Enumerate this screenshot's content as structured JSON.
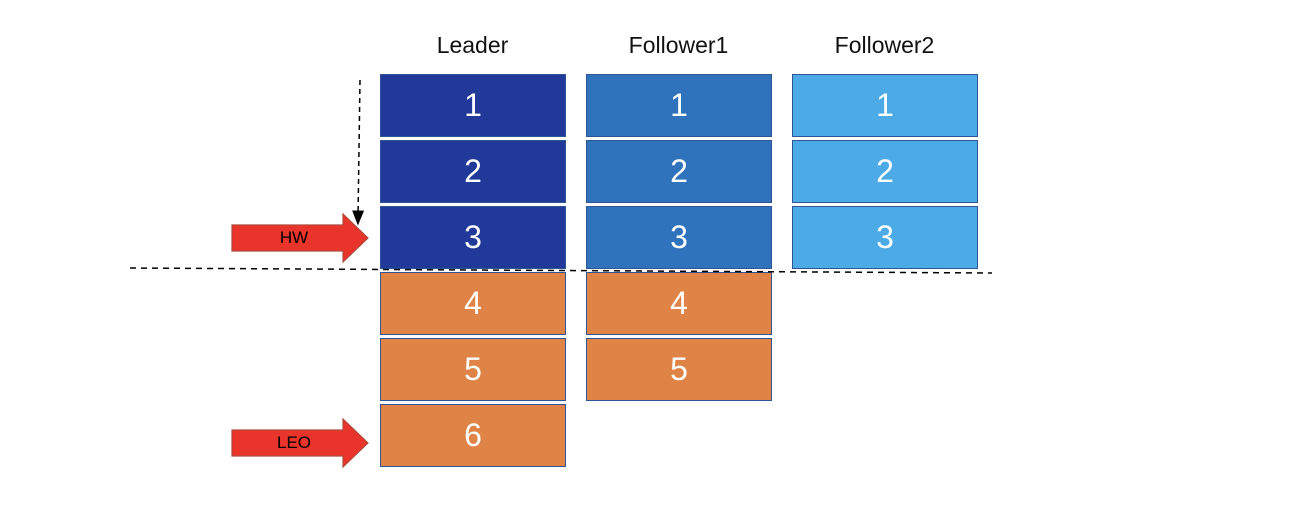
{
  "columns": [
    {
      "title": "Leader",
      "entries": [
        "1",
        "2",
        "3",
        "4",
        "5",
        "6"
      ],
      "committed": 3
    },
    {
      "title": "Follower1",
      "entries": [
        "1",
        "2",
        "3",
        "4",
        "5"
      ],
      "committed": 3
    },
    {
      "title": "Follower2",
      "entries": [
        "1",
        "2",
        "3"
      ],
      "committed": 3
    }
  ],
  "markers": {
    "hw_label": "HW",
    "leo_label": "LEO"
  },
  "colors": {
    "leader_committed": "#213a9a",
    "follower1_committed": "#2e73bb",
    "follower2_committed": "#4cabe6",
    "uncommitted": "#df8446",
    "marker_arrow": "#e8342a"
  }
}
